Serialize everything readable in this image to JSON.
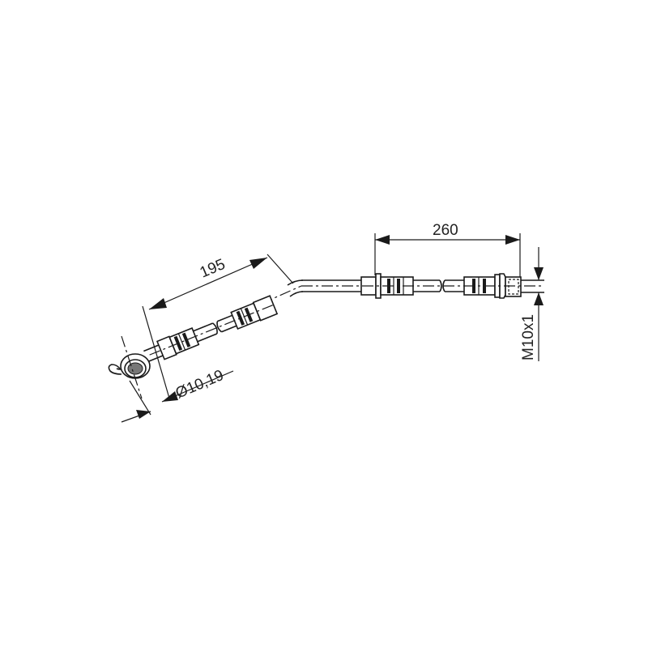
{
  "drawing": {
    "title": "Brake hose technical drawing",
    "line_color": "#1a1a1a",
    "background": "#ffffff",
    "dimensions": {
      "length_bent_section": "195",
      "length_straight_section": "260",
      "banjo_diameter": "Ø10,19",
      "thread": "M10x1"
    },
    "components": [
      "banjo-fitting",
      "crimp-ferrule-left",
      "hose-segment-left",
      "crimp-ferrule-mid",
      "metal-pipe-bend",
      "crimp-ferrule-right-a",
      "hose-segment-right",
      "crimp-ferrule-right-b",
      "threaded-end-fitting"
    ]
  }
}
